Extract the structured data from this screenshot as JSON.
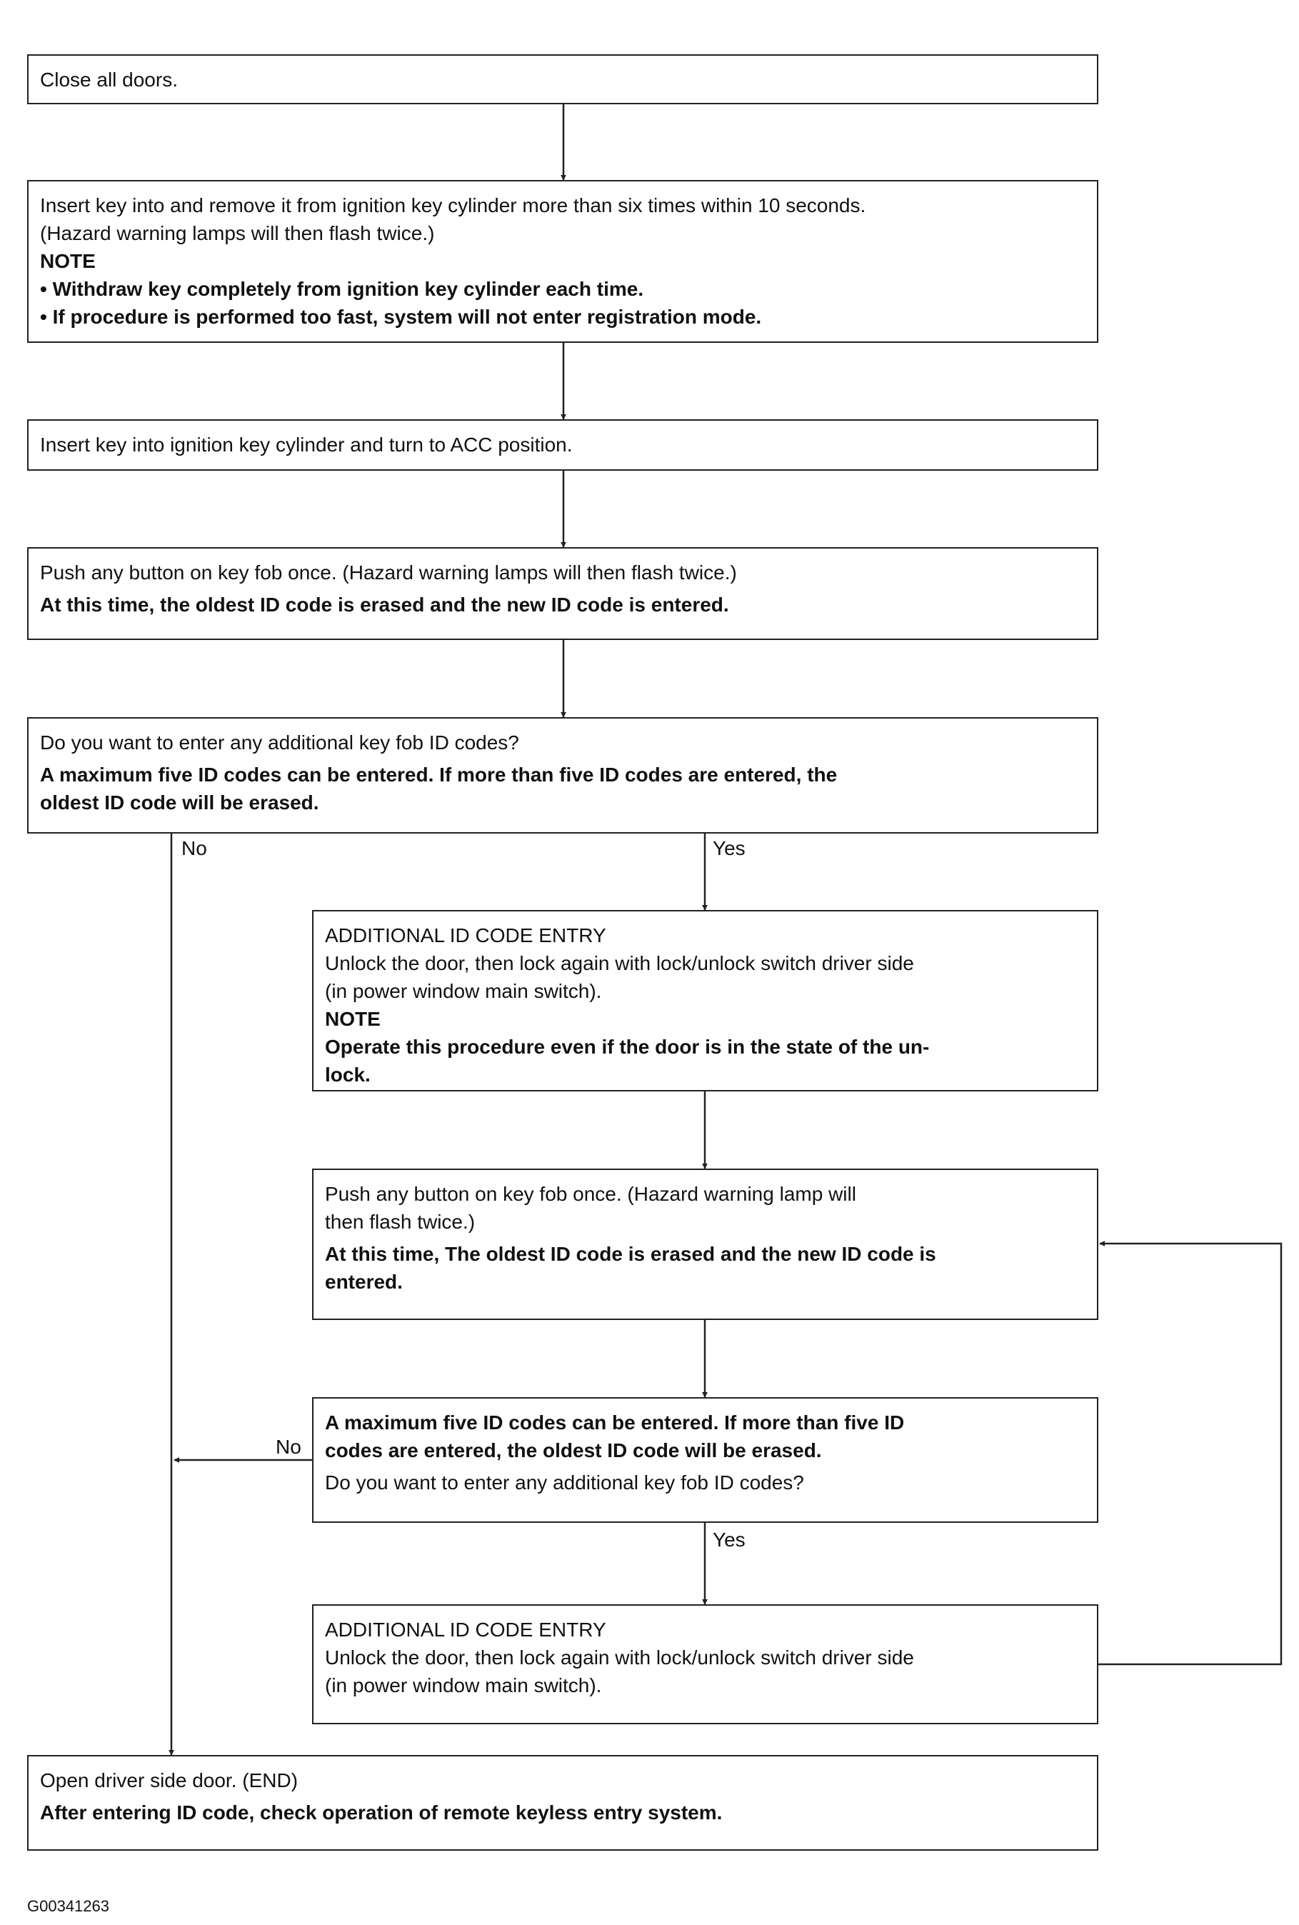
{
  "flowchart": {
    "steps": [
      {
        "lines": [
          "Close all doors."
        ]
      },
      {
        "lines": [
          "Insert key into and remove it from ignition key cylinder more than six times within 10 seconds.",
          "(Hazard warning lamps will then flash twice.)",
          "NOTE",
          "• Withdraw key completely from ignition key cylinder each time.",
          "• If procedure is performed too fast, system will not enter registration mode."
        ]
      },
      {
        "lines": [
          "Insert key into ignition key cylinder and turn to ACC position."
        ]
      },
      {
        "lines": [
          "Push any button on key fob once. (Hazard warning lamps will then flash twice.)",
          "At this time, the oldest ID code is erased and the new ID code is entered."
        ]
      },
      {
        "lines": [
          "Do you want to enter any additional key fob ID codes?",
          "A  maximum five ID codes can be entered. If more than five ID codes are entered, the",
          "oldest ID code will be erased."
        ]
      },
      {
        "lines": [
          "ADDITIONAL ID CODE ENTRY",
          "Unlock the door, then lock again with lock/unlock switch driver side",
          "(in power window main switch).",
          "NOTE",
          "Operate this procedure even if the door is in the state of the un-",
          "lock."
        ]
      },
      {
        "lines": [
          "Push any button on key fob once. (Hazard warning lamp will",
          "then flash twice.)",
          "At this time, The oldest ID code is erased and the new ID code is",
          "entered."
        ]
      },
      {
        "lines": [
          "A  maximum five ID codes can be entered. If more than five ID",
          "codes are entered, the oldest ID code will be erased.",
          "Do you want to enter any additional key fob ID codes?"
        ]
      },
      {
        "lines": [
          "ADDITIONAL ID CODE ENTRY",
          "Unlock the door, then lock again with lock/unlock switch driver side",
          "(in power window main switch)."
        ]
      },
      {
        "lines": [
          "Open driver side door. (END)",
          "After entering ID code, check operation of remote keyless entry system."
        ]
      }
    ],
    "branch_labels": {
      "no_1": "No",
      "yes_1": "Yes",
      "no_2": "No",
      "yes_2": "Yes"
    },
    "figure_code": "G00341263"
  }
}
